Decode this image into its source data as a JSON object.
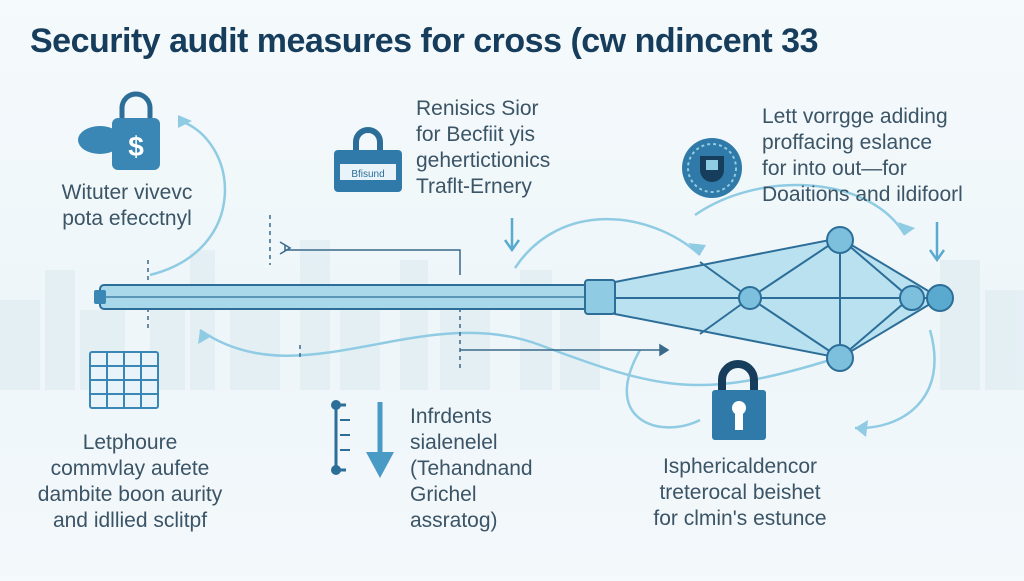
{
  "title": "Security audit measures for cross (cw ndincent 33",
  "blocks": {
    "left_top": [
      "Wituter vivevc",
      "pota efecctnyl"
    ],
    "mid_top": [
      "Renisics Sior",
      "for Becfiit yis",
      "gehertictionics",
      "Traflt-Ernery"
    ],
    "right_top": [
      "Lett vorrgge adiding",
      "proffacing eslance",
      "for into out—for",
      "Doaitions and ildifoorl"
    ],
    "left_bottom": [
      "Letphoure",
      "commvlay aufete",
      "dambite boon aurity",
      "and idllied sclitpf"
    ],
    "mid_bottom": [
      "Infrdents",
      "sialenelel",
      "(Tehandnand",
      "Grichel",
      "assratog)"
    ],
    "right_bottom": [
      "Isphericaldencor",
      "treterocal beishet",
      "for clmin's estunce"
    ]
  },
  "badge_text": "Bfisund",
  "colors": {
    "title": "#173d5c",
    "primary": "#3a86b4",
    "light": "#8fcbe3",
    "pale": "#cfe9f3",
    "dark": "#2c6e98"
  },
  "icons": [
    "money-lock-icon",
    "padlock-badge-icon",
    "shield-coin-icon",
    "server-grid-icon",
    "filter-down-icon",
    "keyhole-lock-icon"
  ]
}
